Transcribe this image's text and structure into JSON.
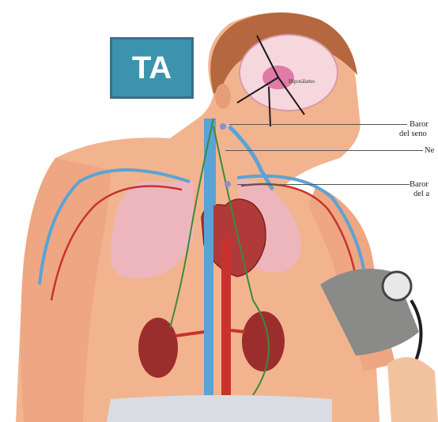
{
  "badge": {
    "text": "TA",
    "color": "#3c93ad"
  },
  "labels": {
    "hypothalamus": "Hipotálamo",
    "baro_sinus_line1": "Baror",
    "baro_sinus_line2": "del seno",
    "nerve": "Ne",
    "baro_aorta_line1": "Baror",
    "baro_aorta_line2": "del a"
  }
}
